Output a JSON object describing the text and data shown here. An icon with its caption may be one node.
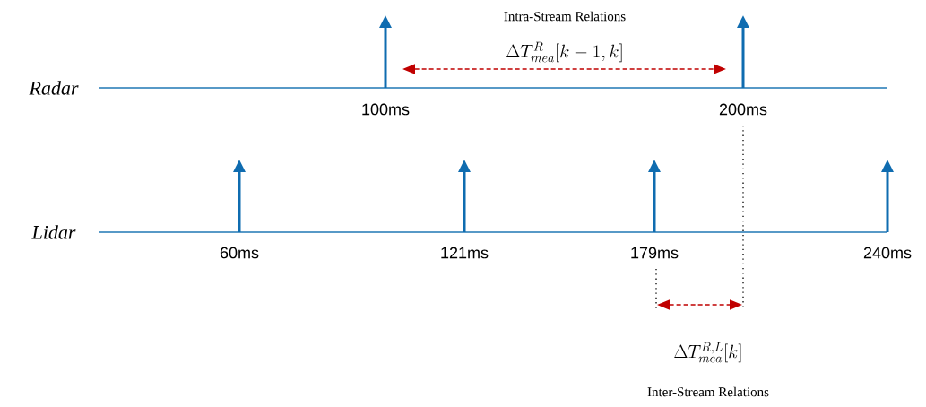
{
  "diagram": {
    "labels": [
      "Intra-Stream Relations",
      "\\Delta T^{R}_{mea}[k-1,k]",
      "Radar",
      "100ms",
      "200ms",
      "Lidar",
      "60ms",
      "121ms",
      "179ms",
      "240ms",
      "\\Delta T^{R,L}_{mea}[k]",
      "Inter-Stream Relations"
    ]
  }
}
